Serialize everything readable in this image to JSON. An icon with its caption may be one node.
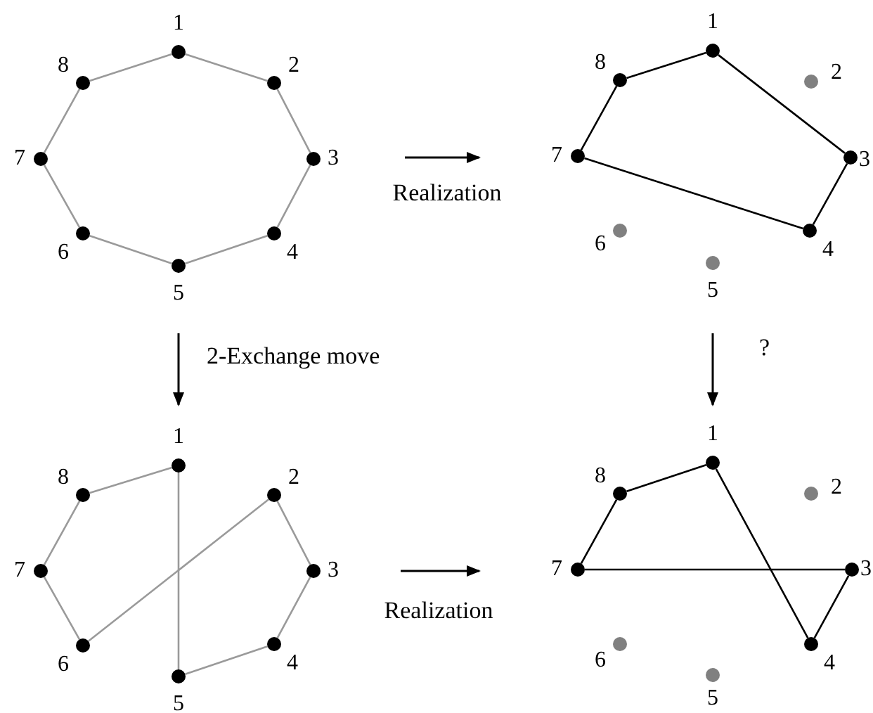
{
  "diagram": {
    "nodes": [
      {
        "text": [],
        "shape": "circle",
        "beside": [
          "1"
        ]
      },
      {
        "text": [],
        "shape": "circle",
        "beside": [
          "2"
        ]
      },
      {
        "text": [],
        "shape": "circle",
        "beside": [
          "3"
        ]
      },
      {
        "text": [],
        "shape": "circle",
        "beside": [
          "4"
        ]
      },
      {
        "text": [],
        "shape": "circle",
        "beside": [
          "5"
        ]
      },
      {
        "text": [],
        "shape": "circle",
        "beside": [
          "6"
        ]
      },
      {
        "text": [],
        "shape": "circle",
        "beside": [
          "7"
        ]
      },
      {
        "text": [],
        "shape": "circle",
        "beside": [
          "8"
        ]
      },
      {
        "text": [],
        "shape": "circle",
        "beside": [
          "1"
        ]
      },
      {
        "text": [],
        "shape": "circle",
        "beside": [
          "2"
        ]
      },
      {
        "text": [],
        "shape": "circle",
        "beside": [
          "3"
        ]
      },
      {
        "text": [],
        "shape": "circle",
        "beside": [
          "4"
        ]
      },
      {
        "text": [],
        "shape": "circle",
        "beside": [
          "5"
        ]
      },
      {
        "text": [],
        "shape": "circle",
        "beside": [
          "6"
        ]
      },
      {
        "text": [],
        "shape": "circle",
        "beside": [
          "7"
        ]
      },
      {
        "text": [],
        "shape": "circle",
        "beside": [
          "8"
        ]
      },
      {
        "text": [],
        "shape": "circle",
        "beside": [
          "1"
        ]
      },
      {
        "text": [],
        "shape": "circle",
        "beside": [
          "2"
        ]
      },
      {
        "text": [],
        "shape": "circle",
        "beside": [
          "3"
        ]
      },
      {
        "text": [],
        "shape": "circle",
        "beside": [
          "4"
        ]
      },
      {
        "text": [],
        "shape": "circle",
        "beside": [
          "5"
        ]
      },
      {
        "text": [],
        "shape": "circle",
        "beside": [
          "6"
        ]
      },
      {
        "text": [],
        "shape": "circle",
        "beside": [
          "7"
        ]
      },
      {
        "text": [],
        "shape": "circle",
        "beside": [
          "8"
        ]
      },
      {
        "text": [],
        "shape": "circle",
        "beside": [
          "1"
        ]
      },
      {
        "text": [],
        "shape": "circle",
        "beside": [
          "2"
        ]
      },
      {
        "text": [],
        "shape": "circle",
        "beside": [
          "3"
        ]
      },
      {
        "text": [],
        "shape": "circle",
        "beside": [
          "4"
        ]
      },
      {
        "text": [],
        "shape": "circle",
        "beside": [
          "5"
        ]
      },
      {
        "text": [],
        "shape": "circle",
        "beside": [
          "6"
        ]
      },
      {
        "text": [],
        "shape": "circle",
        "beside": [
          "7"
        ]
      },
      {
        "text": [],
        "shape": "circle",
        "beside": [
          "8"
        ]
      }
    ],
    "edges": [
      {
        "from": 0,
        "to": 1,
        "arrow": "none"
      },
      {
        "from": 1,
        "to": 2,
        "arrow": "none"
      },
      {
        "from": 2,
        "to": 3,
        "arrow": "none"
      },
      {
        "from": 3,
        "to": 4,
        "arrow": "none"
      },
      {
        "from": 4,
        "to": 5,
        "arrow": "none"
      },
      {
        "from": 5,
        "to": 6,
        "arrow": "none"
      },
      {
        "from": 6,
        "to": 7,
        "arrow": "none"
      },
      {
        "from": 7,
        "to": 0,
        "arrow": "none"
      },
      {
        "from": 15,
        "to": 8,
        "arrow": "none",
        "color": "#000000"
      },
      {
        "from": 8,
        "to": 10,
        "arrow": "none",
        "color": "#000000"
      },
      {
        "from": 10,
        "to": 11,
        "arrow": "none",
        "color": "#000000"
      },
      {
        "from": 11,
        "to": 14,
        "arrow": "none",
        "color": "#000000"
      },
      {
        "from": 14,
        "to": 15,
        "arrow": "none",
        "color": "#000000"
      },
      {
        "from": 23,
        "to": 16,
        "arrow": "none"
      },
      {
        "from": 16,
        "to": 20,
        "arrow": "none"
      },
      {
        "from": 17,
        "to": 21,
        "arrow": "none"
      },
      {
        "from": 17,
        "to": 18,
        "arrow": "none"
      },
      {
        "from": 18,
        "to": 19,
        "arrow": "none"
      },
      {
        "from": 19,
        "to": 20,
        "arrow": "none"
      },
      {
        "from": 21,
        "to": 22,
        "arrow": "none"
      },
      {
        "from": 22,
        "to": 23,
        "arrow": "none"
      },
      {
        "from": 31,
        "to": 24,
        "arrow": "none",
        "color": "#000000"
      },
      {
        "from": 24,
        "to": 27,
        "arrow": "none",
        "color": "#000000"
      },
      {
        "from": 27,
        "to": 26,
        "arrow": "none",
        "color": "#000000"
      },
      {
        "from": 26,
        "to": 30,
        "arrow": "none",
        "color": "#000000"
      },
      {
        "from": 30,
        "to": 31,
        "arrow": "none",
        "color": "#000000"
      }
    ],
    "labels": [
      "Realization",
      "2-Exchange move",
      "?",
      "Realization"
    ]
  }
}
